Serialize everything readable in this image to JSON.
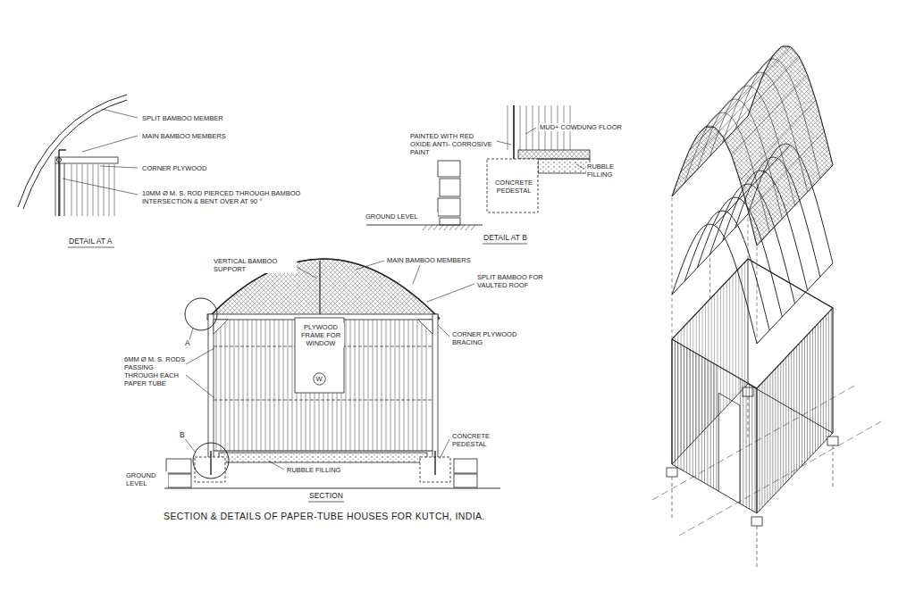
{
  "diagram": {
    "caption": "SECTION & DETAILS OF PAPER-TUBE HOUSES FOR KUTCH, INDIA.",
    "nodes": [
      {
        "text": [
          "W"
        ]
      }
    ],
    "labels": [
      "SPLIT BAMBOO MEMBER",
      "MAIN BAMBOO MEMBERS",
      "CORNER PLYWOOD",
      "10MM Ø M. S. ROD PIERCED THROUGH BAMBOO INTERSECTION & BENT OVER AT 90 °",
      "DETAIL AT A",
      "PAINTED WITH RED OXIDE ANTI- CORROSIVE PAINT",
      "MUD+ COWDUNG FLOOR",
      "RUBBLE FILLING",
      "CONCRETE PEDESTAL",
      "GROUND LEVEL",
      "DETAIL AT B",
      "VERTICAL BAMBOO SUPPORT",
      "MAIN BAMBOO MEMBERS",
      "SPLIT BAMBOO FOR VAULTED ROOF",
      "PLYWOOD FRAME FOR WINDOW",
      "CORNER PLYWOOD BRACING",
      "6MM Ø M. S. RODS PASSING THROUGH EACH PAPER TUBE",
      "A",
      "B",
      "CONCRETE PEDESTAL",
      "RUBBLE FILLING",
      "GROUND LEVEL",
      "SECTION"
    ]
  }
}
